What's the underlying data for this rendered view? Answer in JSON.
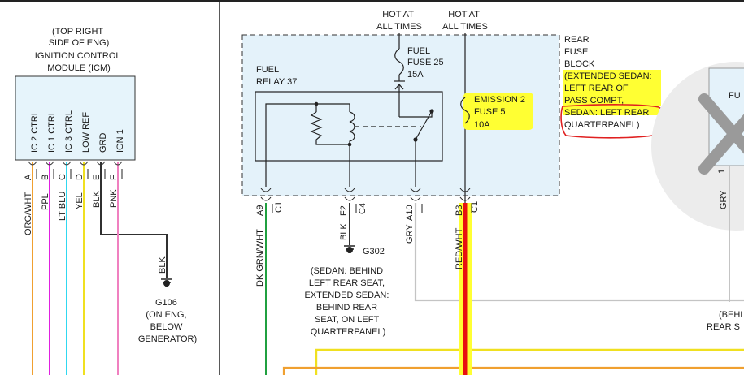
{
  "icm": {
    "location": [
      "(TOP RIGHT",
      "SIDE OF ENG)"
    ],
    "name": [
      "IGNITION CONTROL",
      "MODULE (ICM)"
    ],
    "pins": [
      {
        "label": "IC 2 CTRL",
        "letter": "A",
        "wire": "ORG/WHT",
        "color": "#f0a030"
      },
      {
        "label": "IC 1 CTRL",
        "letter": "B",
        "wire": "PPL",
        "color": "#e020e0"
      },
      {
        "label": "IC 3 CTRL",
        "letter": "C",
        "wire": "LT BLU",
        "color": "#30d8f0"
      },
      {
        "label": "LOW REF",
        "letter": "D",
        "wire": "YEL",
        "color": "#f0e020"
      },
      {
        "label": "GRD",
        "letter": "E",
        "wire": "BLK",
        "color": "#303030"
      },
      {
        "label": "IGN 1",
        "letter": "F",
        "wire": "PNK",
        "color": "#f080c0"
      }
    ]
  },
  "ground_g106": {
    "wire": "BLK",
    "id": "G106",
    "note": [
      "(ON ENG,",
      "BELOW",
      "GENERATOR)"
    ]
  },
  "hot_labels": [
    [
      "HOT AT",
      "ALL TIMES"
    ],
    [
      "HOT AT",
      "ALL TIMES"
    ]
  ],
  "fuse_block": {
    "title": [
      "REAR",
      "FUSE",
      "BLOCK"
    ],
    "note_highlighted": [
      "(EXTENDED SEDAN:",
      "LEFT REAR OF",
      "PASS COMPT,"
    ],
    "note_circled": [
      "SEDAN: LEFT REAR",
      "QUARTERPANEL)"
    ]
  },
  "fuel_relay": {
    "label": [
      "FUEL",
      "RELAY 37"
    ]
  },
  "fuel_fuse": {
    "label": [
      "FUEL",
      "FUSE 25",
      "15A"
    ]
  },
  "emission_fuse": {
    "label": [
      "EMISSION 2",
      "FUSE 5",
      "10A"
    ]
  },
  "connectors": [
    {
      "pin": "A9",
      "conn": "C1",
      "wire": "DK GRN/WHT",
      "color": "#20a040"
    },
    {
      "pin": "F2",
      "conn": "C4",
      "wire": "BLK",
      "color": "#303030"
    },
    {
      "pin": "A10",
      "conn": "C1",
      "wire": "GRY",
      "color": "#b8b8b8"
    },
    {
      "pin": "B3",
      "conn": "C1",
      "wire": "RED/WHT",
      "color": "#e81010"
    }
  ],
  "ground_g302": {
    "id": "G302",
    "note": [
      "(SEDAN: BEHIND",
      "LEFT REAR SEAT,",
      "EXTENDED SEDAN:",
      "BEHIND REAR",
      "SEAT, ON LEFT",
      "QUARTERPANEL)"
    ]
  },
  "right_partial": {
    "fu": "FU",
    "pin1": "1",
    "wire": "GRY",
    "note": [
      "(BEHI",
      "REAR S"
    ]
  }
}
